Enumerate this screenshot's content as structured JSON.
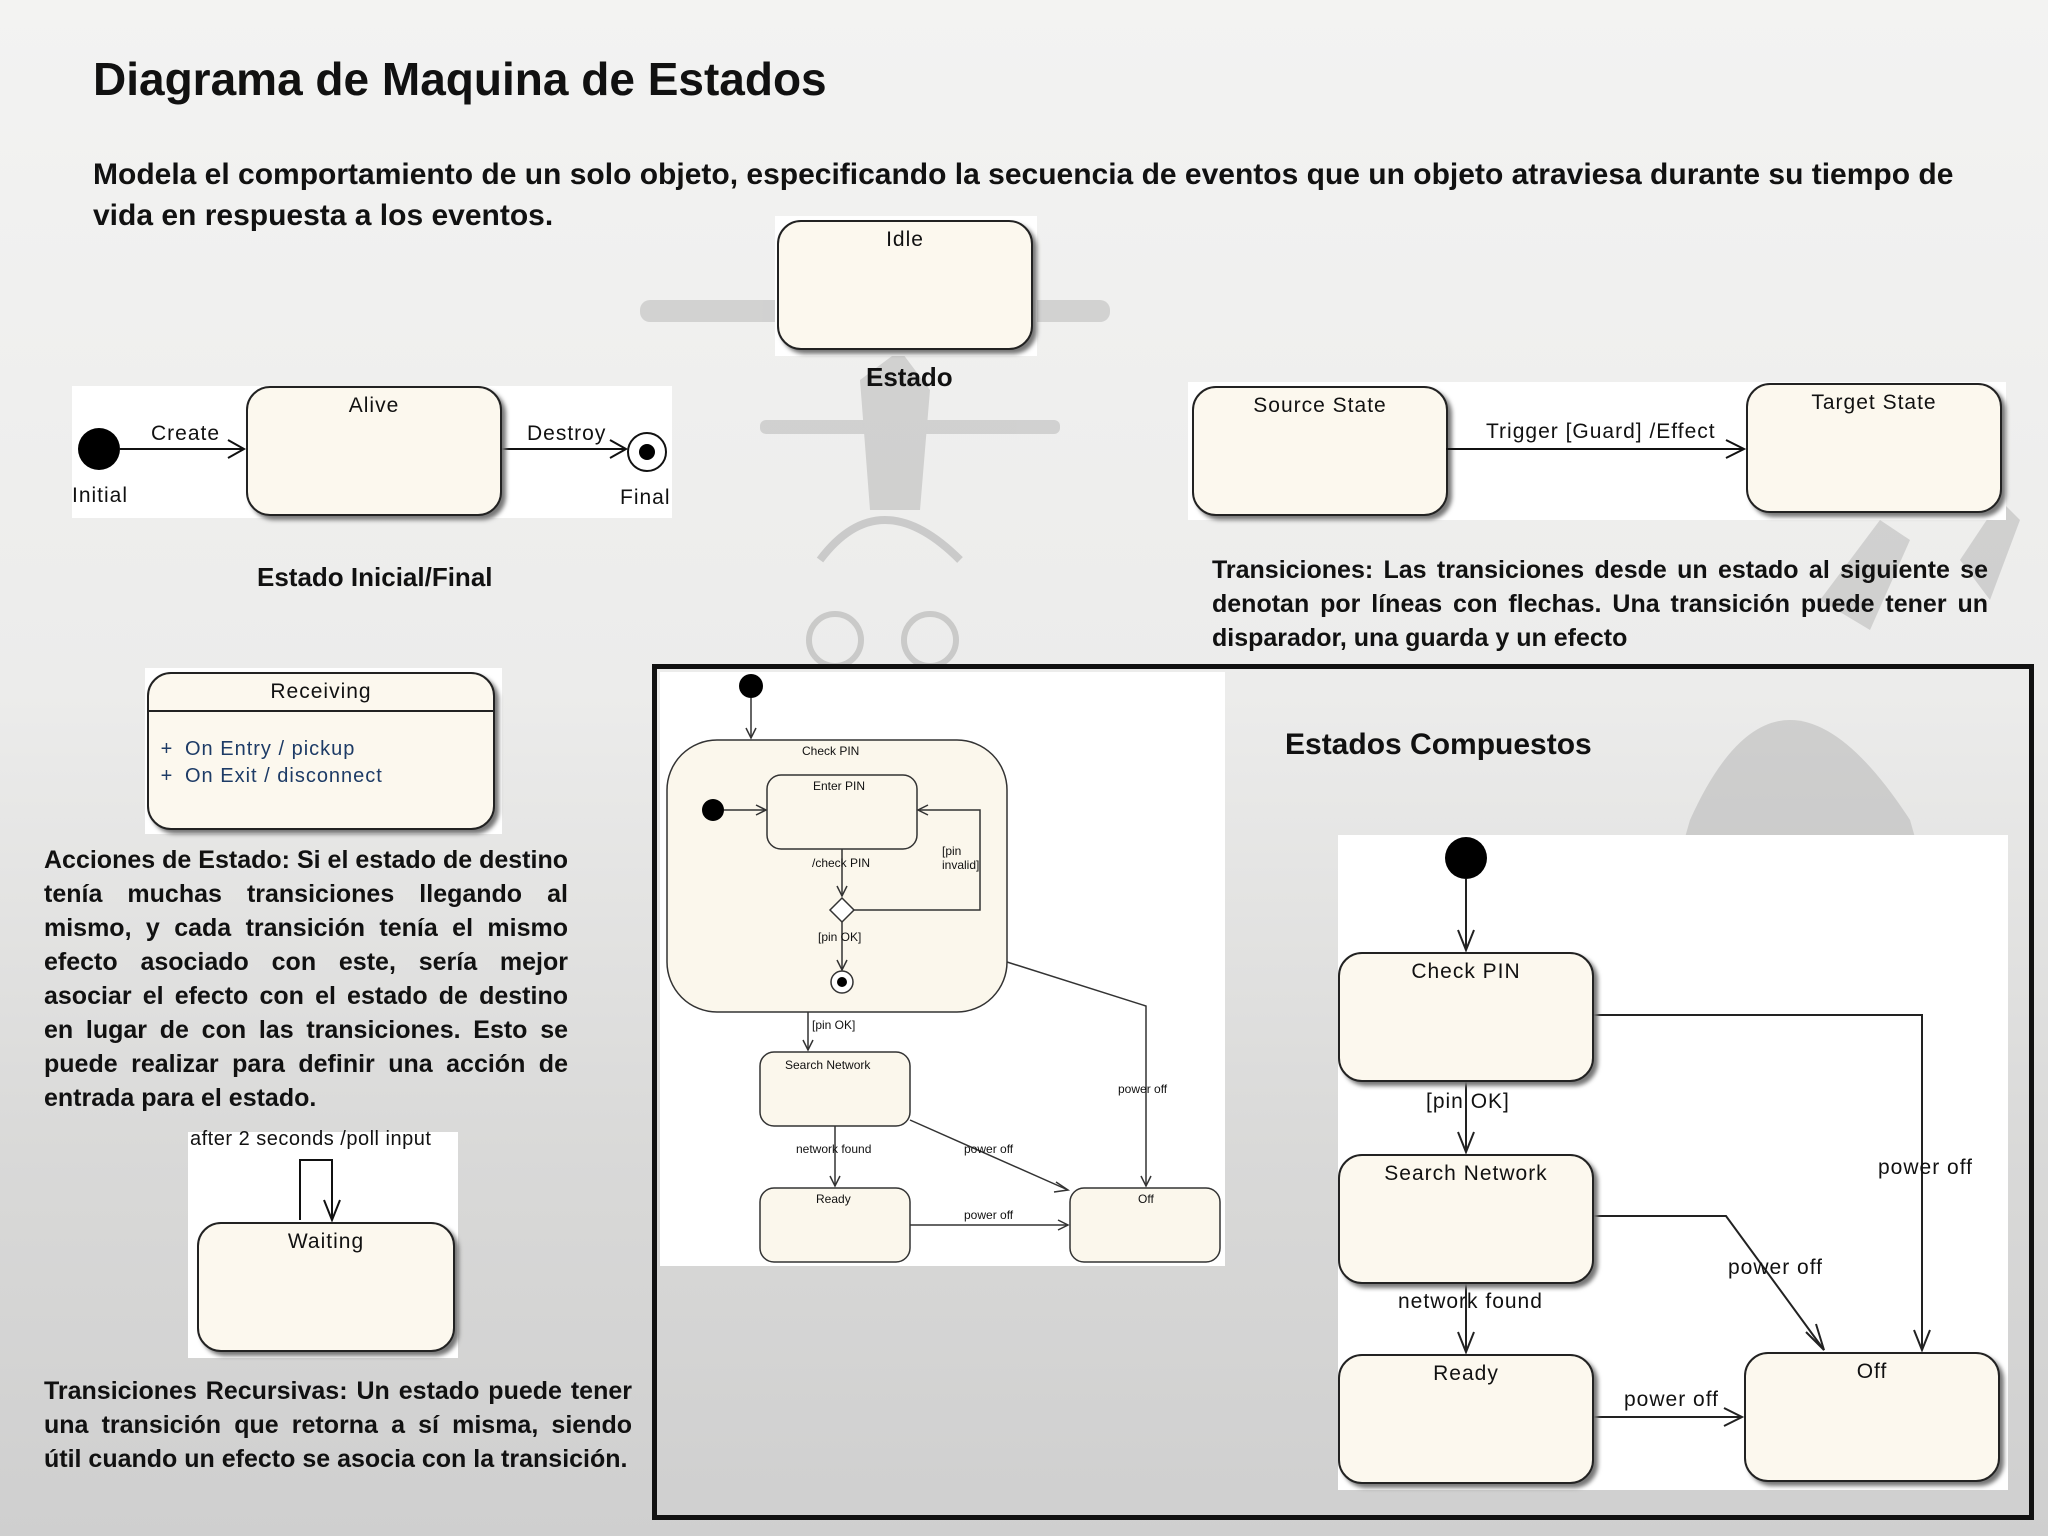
{
  "title": "Diagrama de Maquina de Estados",
  "subtitle": "Modela el comportamiento de un solo objeto, especificando la secuencia de eventos que un objeto atraviesa durante su tiempo de vida en respuesta a los eventos.",
  "estado": {
    "state_name": "Idle",
    "caption": "Estado"
  },
  "inicial_final": {
    "initial_label": "Initial",
    "create_label": "Create",
    "state_name": "Alive",
    "destroy_label": "Destroy",
    "final_label": "Final",
    "caption": "Estado Inicial/Final"
  },
  "transiciones": {
    "source_state": "Source State",
    "target_state": "Target State",
    "transition_label": "Trigger [Guard] /Effect",
    "description": "Transiciones: Las transiciones desde un estado al siguiente se denotan por líneas con flechas. Una transición puede tener un disparador, una guarda y un efecto"
  },
  "acciones": {
    "state_name": "Receiving",
    "actions": [
      "On Entry / pickup",
      "On Exit / disconnect"
    ],
    "description": "Acciones de Estado: Si el estado de destino tenía muchas transiciones llegando al mismo, y cada transición tenía el mismo efecto asociado con este, sería mejor asociar el efecto con el estado de destino en lugar de con las transiciones. Esto se puede realizar para definir una acción de entrada para el estado."
  },
  "recursivas": {
    "transition_label": "after 2 seconds /poll input",
    "state_name": "Waiting",
    "description": "Transiciones Recursivas: Un estado puede tener una transición que retorna a sí misma, siendo útil cuando un efecto se asocia con la transición."
  },
  "compuestos": {
    "caption": "Estados Compuestos",
    "left": {
      "check_pin": "Check PIN",
      "enter_pin": "Enter PIN",
      "check_pin_label": "/check PIN",
      "pin_invalid": "[pin invalid]",
      "pin_ok_inner": "[pin OK]",
      "pin_ok_outer": "[pin OK]",
      "search_network": "Search Network",
      "network_found": "network found",
      "ready": "Ready",
      "off": "Off",
      "power_off_1": "power off",
      "power_off_2": "power off",
      "power_off_3": "power off"
    },
    "right": {
      "check_pin": "Check PIN",
      "pin_ok": "[pin OK]",
      "search_network": "Search Network",
      "network_found": "network found",
      "ready": "Ready",
      "off": "Off",
      "power_off_1": "power off",
      "power_off_2": "power off",
      "power_off_3": "power off"
    }
  }
}
